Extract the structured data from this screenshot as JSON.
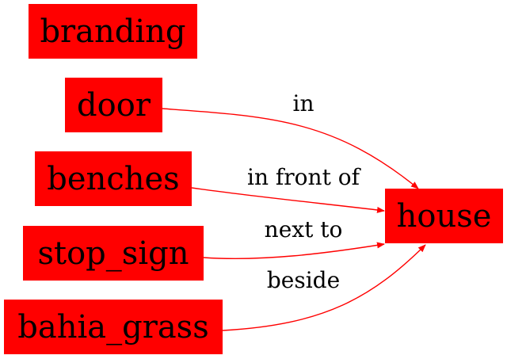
{
  "colors": {
    "node_fill": "#ff0000",
    "edge": "#ff0000",
    "text": "#000000"
  },
  "nodes": [
    {
      "id": "branding",
      "label": "branding"
    },
    {
      "id": "door",
      "label": "door"
    },
    {
      "id": "benches",
      "label": "benches"
    },
    {
      "id": "stop_sign",
      "label": "stop_sign"
    },
    {
      "id": "bahia_grass",
      "label": "bahia_grass"
    },
    {
      "id": "house",
      "label": "house"
    }
  ],
  "edges": [
    {
      "from": "door",
      "to": "house",
      "label": "in"
    },
    {
      "from": "benches",
      "to": "house",
      "label": "in front of"
    },
    {
      "from": "stop_sign",
      "to": "house",
      "label": "next to"
    },
    {
      "from": "bahia_grass",
      "to": "house",
      "label": "beside"
    }
  ]
}
